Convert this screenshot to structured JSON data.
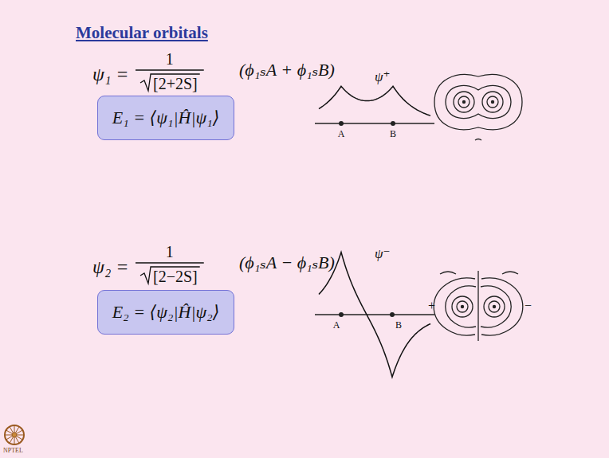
{
  "diagram": {
    "title": "Molecular orbitals",
    "nodes": [
      {
        "text": [
          "E₁ = ⟨ψ₁|Ĥ|ψ₁⟩"
        ]
      },
      {
        "text": [
          "E₂ = ⟨ψ₂|Ĥ|ψ₂⟩"
        ]
      }
    ],
    "labels": [
      "ψ₁ =",
      "1",
      "[2+2S]",
      "(ϕ₁ₛA + ϕ₁ₛB)",
      "ψ⁺",
      "A",
      "B",
      "ψ₂ =",
      "1",
      "[2−2S]",
      "(ϕ₁ₛA − ϕ₁ₛB)",
      "ψ⁻",
      "A",
      "B",
      "+",
      "−",
      "NPTEL"
    ]
  }
}
